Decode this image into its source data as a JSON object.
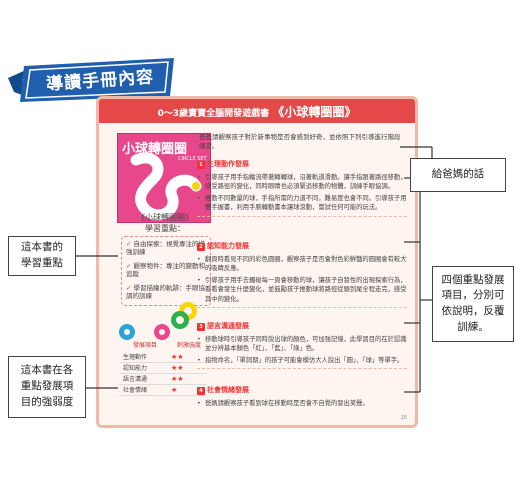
{
  "banner": {
    "text": "導讀手冊內容"
  },
  "header": {
    "prefix": "0～3歲寶寶全腦開發遊戲書",
    "title": "《小球轉圈圈》"
  },
  "cover": {
    "title": "小球轉圈圈",
    "subtitle": "CIRCLE SET"
  },
  "goals": {
    "book_title": "《小球轉圈圈》",
    "heading": "學習重點：",
    "items": [
      "自由探索：視覺專注的增強訓練",
      "觀察物件：專注的變動和追蹤",
      "學習描繪的軌跡：手眼協調的訓練"
    ]
  },
  "table": {
    "headers": [
      "發展項目",
      "刺激強度"
    ],
    "rows": [
      {
        "item": "生理動作",
        "stars": "★★"
      },
      {
        "item": "認知能力",
        "stars": "★★"
      },
      {
        "item": "語言溝通",
        "stars": "★★"
      },
      {
        "item": "社會情緒",
        "stars": "★"
      }
    ]
  },
  "intro": "爸爸請觀察孩子對於新事物是否會感到好奇，並依照下列引導進行階段練習。",
  "sections": [
    {
      "num": "1",
      "title": "生理動作發展",
      "bullets": [
        "引導孩子用手指輪流帶著轉轉球，沿著軌道滑動。讓手指跟著路徑移動，感受路徑的變化，同時眼睛也必須緊追移動的物體，訓練手眼協調。",
        "推動不同數量的球，手指所需的力道不同，難易度也會不同。引導孩子用雙手握書，利用手腕轉動書本讓球滾動，嘗試任何可能的玩法。"
      ]
    },
    {
      "num": "2",
      "title": "認知能力發展",
      "bullets": [
        "翻頁時看見不同的彩色圓圈，觀察孩子是否會對色彩鮮豔的圓圈會有較大的吸睛反應。",
        "引導孩子用手去觸碰每一頁會移動的球，讓孩子自發性的出現探索行為，看看會發生什麼變化，並鼓勵孩子推動球將路徑從頭到尾全程走完，感受其中的變化。"
      ]
    },
    {
      "num": "3",
      "title": "語言溝通發展",
      "bullets": [
        "移動球時引導孩子同時說出球的顏色，可加強記憶，此學習目的在於認識並分辨基本顏色「紅」、「藍」、「綠」色。",
        "指物命名，「單詞期」的孩子可能會模仿大人說出「圓」、「球」等單字。"
      ]
    },
    {
      "num": "4",
      "title": "社會情緒發展",
      "bullets": [
        "爸媽請觀察孩子看到球在移動時是否會不自覺的發出笑聲。"
      ]
    }
  ],
  "page_number": "15",
  "callouts": {
    "parents": "給爸媽的話",
    "learning": "這本書的\n學習重點",
    "intensity": "這本書在各\n重點發展項\n目的強弱度",
    "four_items": "四個重點發展\n項目，分別可\n依說明，反覆\n訓練。"
  },
  "colors": {
    "banner": "#1f5fae",
    "accent": "#e33b3b",
    "cover": "#e9478c",
    "card_bg": "#fff5f0"
  }
}
